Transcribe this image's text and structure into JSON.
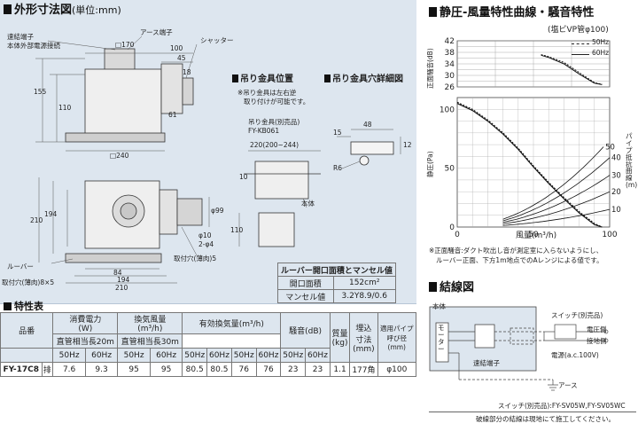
{
  "dimensions": {
    "title": "外形寸法図",
    "unit_note": "(単位:mm)",
    "labels": {
      "connector": "速結端子",
      "connector_sub": "本体外部電源接続",
      "earth": "アース端子",
      "shutter": "シャッター",
      "louver": "ルーバー",
      "mount_hole": "取付穴(薄肉)8×5",
      "mount_hole_thin": "取付穴(薄肉)5"
    },
    "values": [
      "□170",
      "100",
      "45",
      "18",
      "61",
      "110",
      "155",
      "□240",
      "210",
      "194",
      "84",
      "194",
      "210",
      "φ99",
      "φ10",
      "2-φ4"
    ]
  },
  "hanger": {
    "title": "吊り金具位置",
    "note_line1": "※吊り金具は左右逆",
    "note_line2": "取り付けが可能です。",
    "part_name": "吊り金具(別売品)",
    "part_no": "FY-KB061",
    "width_label": "220(200~244)",
    "body_label": "本体",
    "values": [
      "10",
      "110"
    ]
  },
  "hole_detail": {
    "title": "吊り金具穴詳細図",
    "values": [
      "48",
      "15",
      "12",
      "R6"
    ]
  },
  "louver_table": {
    "title": "ルーバー開口面積とマンセル値",
    "rows": [
      {
        "label": "開口面積",
        "value": "152cm²"
      },
      {
        "label": "マンセル値",
        "value": "3.2Y8.9/0.6"
      }
    ]
  },
  "spec": {
    "title": "特性表",
    "headers": {
      "model": "品番",
      "power": "消費電力",
      "power_unit": "(W)",
      "airflow": "換気風量",
      "airflow_unit": "(m³/h)",
      "effective": "有効換気量(m³/h)",
      "duct20": "直管相当長20m",
      "duct30": "直管相当長30m",
      "noise": "騒音(dB)",
      "mass": "質量",
      "mass_unit": "(kg)",
      "embed": "埋込",
      "embed_sub": "寸法",
      "embed_unit": "(mm)",
      "pipe": "適用パイプ",
      "pipe_sub": "呼び径",
      "pipe_unit": "(mm)",
      "hz50": "50Hz",
      "hz60": "60Hz"
    },
    "row": {
      "model": "FY-17C8",
      "type": "排",
      "power_50": "7.6",
      "power_60": "9.3",
      "air_50": "95",
      "air_60": "95",
      "d20_50": "80.5",
      "d20_60": "80.5",
      "d30_50": "76",
      "d30_60": "76",
      "noise_50": "23",
      "noise_60": "23",
      "mass": "1.1",
      "embed": "177角",
      "pipe": "φ100"
    }
  },
  "chart_data": [
    {
      "type": "line",
      "title": "静圧-風量特性曲線・騒音特性",
      "subtitle": "(塩ビVP管φ100)",
      "ylabel": "正面騒音(dB)",
      "ylim": [
        26,
        42
      ],
      "yticks": [
        26,
        28,
        30,
        32,
        34,
        36,
        38,
        40,
        42
      ],
      "xlim": [
        0,
        100
      ],
      "series": [
        {
          "name": "50Hz",
          "style": "dashed",
          "x": [
            55,
            60,
            70,
            80,
            90,
            95
          ],
          "y": [
            37.2,
            36.5,
            34.5,
            31,
            27.5,
            26.9
          ]
        },
        {
          "name": "60Hz",
          "style": "solid",
          "x": [
            55,
            60,
            70,
            80,
            90,
            95
          ],
          "y": [
            37,
            36.2,
            34,
            30.5,
            27.3,
            26.8
          ]
        }
      ]
    },
    {
      "type": "line",
      "ylabel": "静圧(Pa)",
      "xlabel": "風量(m³/h)",
      "xlim": [
        0,
        100
      ],
      "ylim": [
        0,
        110
      ],
      "xticks": [
        0,
        50,
        100
      ],
      "yticks": [
        0,
        50,
        100
      ],
      "series": [
        {
          "name": "50Hz",
          "style": "dashed",
          "x": [
            0,
            10,
            20,
            30,
            40,
            50,
            60,
            70,
            80,
            90,
            95
          ],
          "y": [
            106,
            100,
            91,
            80,
            67,
            52,
            38,
            25,
            13,
            3,
            0
          ]
        },
        {
          "name": "60Hz",
          "style": "solid",
          "x": [
            0,
            10,
            20,
            30,
            40,
            50,
            60,
            70,
            80,
            90,
            95
          ],
          "y": [
            105,
            99,
            90,
            79,
            66,
            51,
            37,
            24,
            12,
            2,
            0
          ]
        }
      ],
      "resistance_curves": {
        "label": "パイプ抵抗曲線(m)",
        "lengths": [
          "50",
          "40",
          "30",
          "20",
          "10"
        ],
        "k": [
          0.0074,
          0.0059,
          0.0044,
          0.003,
          0.0015
        ]
      }
    }
  ],
  "chart_notes": {
    "line1": "※正面騒音:ダクト吹出し音が測定室に入らないようにし、",
    "line2": "ルーバー正面、下方1m地点でのAレンジによる値です。"
  },
  "wiring": {
    "title": "結線図",
    "body": "本体",
    "motor": "モーター",
    "connector": "速結端子",
    "switch": "スイッチ(別売品)",
    "live": "電圧側",
    "ground_side": "接地側",
    "power": "電源(a.c.100V)",
    "earth": "アース",
    "switch_models": "スイッチ(別売品):FY-SV05W,FY-SV05WC",
    "footnote": "破線部分の結線は現地にて施工してください。"
  }
}
